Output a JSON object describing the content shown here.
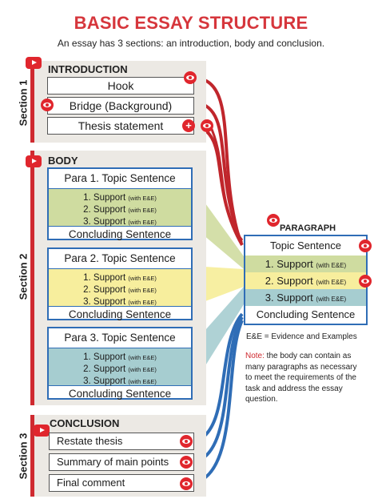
{
  "title": "BASIC ESSAY STRUCTURE",
  "subtitle": "An essay has 3 sections:  an introduction, body and conclusion.",
  "sections": {
    "s1": "Section 1",
    "s2": "Section 2",
    "s3": "Section 3"
  },
  "intro": {
    "heading": "INTRODUCTION",
    "items": [
      "Hook",
      "Bridge (Background)",
      "Thesis statement"
    ]
  },
  "body": {
    "heading": "BODY",
    "paras": [
      {
        "topic": "Para 1.  Topic Sentence",
        "supports": [
          "1. Support",
          "2. Support",
          "3. Support"
        ],
        "note": "(with E&E)",
        "concluding": "Concluding Sentence"
      },
      {
        "topic": "Para 2.  Topic Sentence",
        "supports": [
          "1. Support",
          "2. Support",
          "3. Support"
        ],
        "note": "(with E&E)",
        "concluding": "Concluding Sentence"
      },
      {
        "topic": "Para 3.  Topic Sentence",
        "supports": [
          "1. Support",
          "2. Support",
          "3. Support"
        ],
        "note": "(with E&E)",
        "concluding": "Concluding Sentence"
      }
    ]
  },
  "conclusion": {
    "heading": "CONCLUSION",
    "items": [
      "Restate thesis",
      "Summary of main points",
      "Final comment"
    ]
  },
  "paragraph": {
    "heading": "PARAGRAPH",
    "topic": "Topic Sentence",
    "supports": [
      "1.  Support",
      "2.  Support",
      "3.  Support"
    ],
    "note": "(with E&E)",
    "concluding": "Concluding Sentence"
  },
  "legend": "E&E = Evidence and Examples",
  "note": {
    "label": "Note:",
    "text": " the body can contain as many paragraphs as necessary to meet the requirements of the task and address the essay question."
  },
  "colors": {
    "title": "#d6363c",
    "accent_red": "#cf2a30",
    "blue": "#2f6db6",
    "green": "#cfdca0",
    "yellow": "#f7ee9d",
    "teal": "#a6cdd0",
    "section_bg": "#ece9e4"
  },
  "icons": [
    "youtube-icon",
    "eye-icon",
    "plus-icon"
  ]
}
